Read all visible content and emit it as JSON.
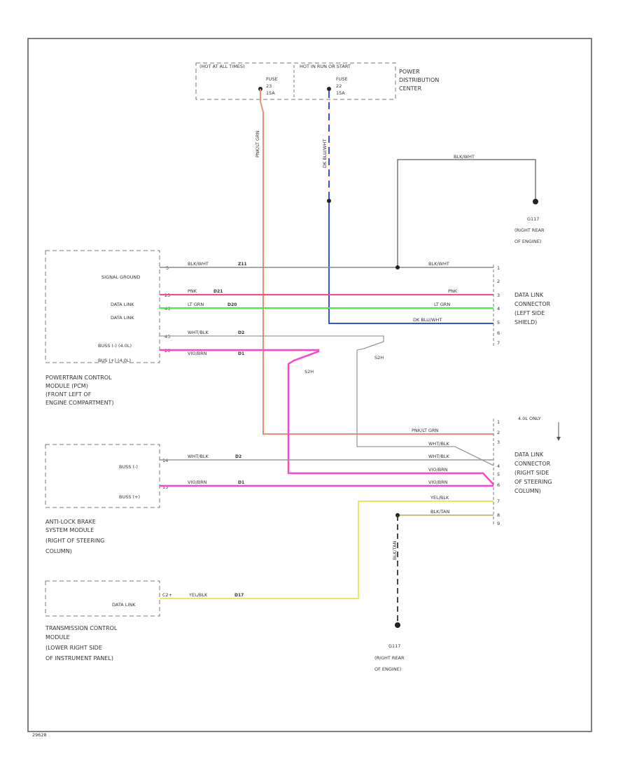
{
  "fuse_box": {
    "hot_run_label": "(HOT AT ALL TIMES)",
    "hot_start_label": "HOT IN RUN OR START",
    "fuse_left": [
      "FUSE",
      "23",
      "15A"
    ],
    "fuse_right": [
      "FUSE",
      "22",
      "15A"
    ],
    "name": [
      "POWER",
      "DISTRIBUTION",
      "CENTER"
    ]
  },
  "wires": {
    "pnk_lt_grn": "PNK/LT GRN",
    "dk_blu_wht": "DK BLU/WHT",
    "blk_wht_top": "BLK/WHT",
    "blk_wht_left": "BLK/WHT",
    "blk_wht_right": "BLK/WHT",
    "pnk_left": "PNK",
    "pnk_right": "PNK",
    "lt_grn_left": "LT GRN",
    "lt_grn_right": "LT GRN",
    "dk_blu_wht_right": "DK BLU/WHT",
    "wht_blk_pcm": "WHT/BLK",
    "vio_brn_pcm": "VIO/BRN",
    "pnk_lt_grn_lower": "PNK/LT GRN",
    "wht_blk_1": "WHT/BLK",
    "wht_blk_2": "WHT/BLK",
    "wht_blk_abs": "WHT/BLK",
    "vio_brn_1": "VIO/BRN",
    "vio_brn_abs": "VIO/BRN",
    "vio_brn_2": "VIO/BRN",
    "yel_blk_1": "YEL/BLK",
    "yel_blk_tcm": "YEL/BLK",
    "blk_tan": "BLK/TAN",
    "blk_tan_vert": "BLK/TAN"
  },
  "circuits": {
    "blk_wht": "Z11",
    "pnk": "D21",
    "lt_grn": "D20",
    "wht_blk": "D2",
    "vio_brn": "D1",
    "wht_blk_abs": "D2",
    "vio_brn_abs": "D1",
    "yel_blk": "D17"
  },
  "pins": {
    "signal_ground": "5",
    "data_link_1": "25",
    "data_link_2": "46",
    "bus_plus": "43",
    "bus_minus": "26",
    "abs_bus_plus": "14",
    "abs_bus_minus": "13",
    "tcm_data_link": "C2+"
  },
  "splices": {
    "s1": "S2H",
    "s2": "S2H"
  },
  "grounds": {
    "top": [
      "G117",
      "(RIGHT REAR",
      "OF ENGINE)"
    ],
    "bottom": [
      "G117",
      "(RIGHT REAR",
      "OF ENGINE)"
    ]
  },
  "pcm": {
    "signal_ground": "SIGNAL GROUND",
    "data_link_1": "DATA LINK",
    "data_link_2": "DATA LINK",
    "bus_plus": "BUSS (-) (4.0L)",
    "bus_minus": "BUS (+) (4.0L)",
    "name": [
      "POWERTRAIN CONTROL",
      "MODULE (PCM)",
      "(FRONT LEFT OF",
      "ENGINE COMPARTMENT)"
    ]
  },
  "abs": {
    "bus_plus": "BUSS (-)",
    "bus_minus": "BUSS (+)",
    "name": [
      "ANTI-LOCK BRAKE",
      "SYSTEM MODULE",
      "(RIGHT OF STEERING",
      "COLUMN)"
    ]
  },
  "tcm": {
    "data_link": "DATA LINK",
    "name": [
      "TRANSMISSION CONTROL",
      "MODULE",
      "(LOWER RIGHT SIDE",
      "OF INSTRUMENT PANEL)"
    ]
  },
  "dlc_left": {
    "name": [
      "DATA LINK",
      "CONNECTOR",
      "(LEFT SIDE",
      "SHIELD)"
    ],
    "pins": [
      "1",
      "2",
      "3",
      "4",
      "5",
      "6",
      "7"
    ]
  },
  "dlc_right": {
    "name": [
      "DATA LINK",
      "CONNECTOR",
      "(RIGHT SIDE",
      "OF STEERING",
      "COLUMN)"
    ],
    "pins": [
      "1",
      "2",
      "3",
      "4",
      "5",
      "6",
      "7",
      "8",
      "9"
    ],
    "note": "4.0L ONLY"
  },
  "footer_code": "29628",
  "colors": {
    "pink": "#ff4488",
    "green": "#44ee44",
    "blue": "#3355dd",
    "magenta": "#ff44cc",
    "yellow": "#e8e866",
    "gray": "#888888",
    "tan": "#c8b070",
    "red_wire": "#e89070",
    "frame": "#555555"
  }
}
